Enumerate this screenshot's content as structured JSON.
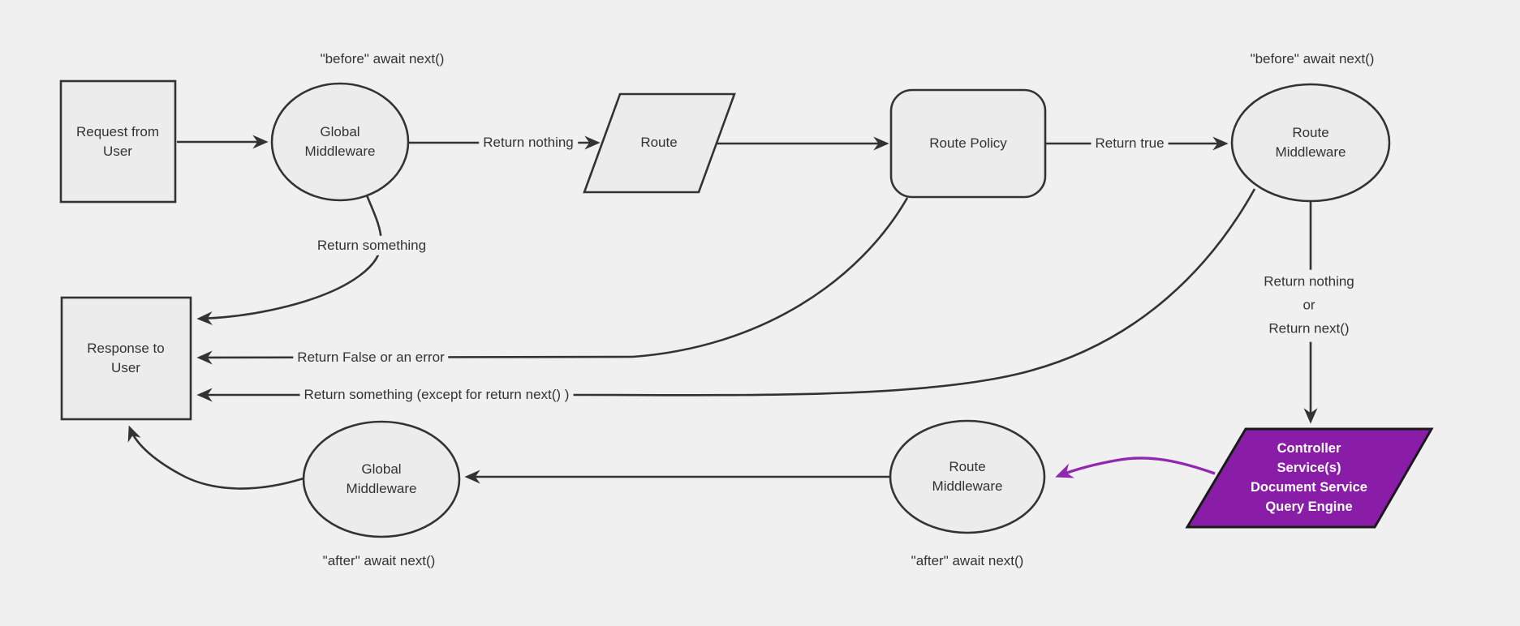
{
  "colors": {
    "background": "#f0f0f0",
    "node_fill": "#ececec",
    "node_stroke": "#333333",
    "edge": "#333333",
    "text": "#333333",
    "purple_fill": "#8a1da7",
    "purple_edge": "#9128b0",
    "controller_stroke": "#1a1a1a",
    "text_on_purple": "#ffffff"
  },
  "nodes": {
    "request": {
      "label": "Request from\nUser",
      "shape": "rectangle"
    },
    "global_middleware_top": {
      "label": "Global\nMiddleware",
      "shape": "ellipse"
    },
    "route": {
      "label": "Route",
      "shape": "parallelogram"
    },
    "route_policy": {
      "label": "Route Policy",
      "shape": "rounded-rectangle"
    },
    "route_middleware_top": {
      "label": "Route\nMiddleware",
      "shape": "ellipse"
    },
    "controller": {
      "label": "Controller\nService(s)\nDocument Service\nQuery Engine",
      "shape": "parallelogram"
    },
    "route_middleware_bottom": {
      "label": "Route\nMiddleware",
      "shape": "ellipse"
    },
    "global_middleware_bottom": {
      "label": "Global\nMiddleware",
      "shape": "ellipse"
    },
    "response": {
      "label": "Response to\nUser",
      "shape": "rectangle"
    }
  },
  "edge_labels": {
    "before_global": "\"before\" await next()",
    "before_route": "\"before\" await next()",
    "return_nothing": "Return nothing",
    "return_true": "Return true",
    "return_something": "Return something",
    "return_false_or_error": "Return False or an error",
    "return_something_except": "Return something (except for return next() )",
    "return_nothing_or_next": "Return nothing\nor\nReturn next()",
    "after_global": "\"after\" await next()",
    "after_route": "\"after\" await next()"
  }
}
